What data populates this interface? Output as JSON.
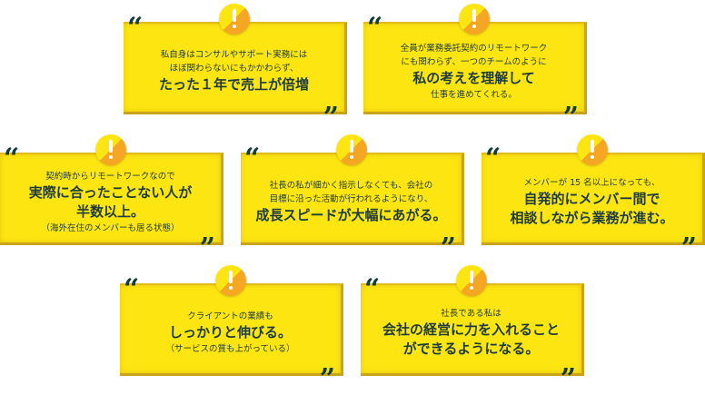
{
  "cards": [
    {
      "small_top": [
        "私自身はコンサルやサポート実務には",
        "ほぼ関わらないにもかかわらず、"
      ],
      "large": [
        "たった１年で売上が倍増"
      ],
      "small_bottom": []
    },
    {
      "small_top": [
        "全員が業務委託契約のリモートワーク",
        "にも関わらず、一つのチームのように"
      ],
      "large": [
        "私の考えを理解して"
      ],
      "small_bottom": [
        "仕事を進めてくれる。"
      ]
    },
    {
      "small_top": [
        "契約時からリモートワークなので"
      ],
      "large": [
        "実際に合ったことない人が",
        "半数以上。"
      ],
      "small_bottom": [
        "（海外在住のメンバーも居る状態）"
      ]
    },
    {
      "small_top": [
        "社長の私が細かく指示しなくても、会社の",
        "目標に沿った活動が行われるようになり、"
      ],
      "large": [
        "成長スピードが大幅にあがる。"
      ],
      "small_bottom": []
    },
    {
      "small_top": [
        "メンバーが 15 名以上になっても、"
      ],
      "large": [
        "自発的にメンバー間で",
        "相談しながら業務が進む。"
      ],
      "small_bottom": []
    },
    {
      "small_top": [
        "クライアントの業績も"
      ],
      "large": [
        "しっかりと伸びる。"
      ],
      "small_bottom": [
        "（サービスの質も上がっている）"
      ]
    },
    {
      "small_top": [
        "社長である私は"
      ],
      "large": [
        "会社の経営に力を入れること",
        "ができるようになる。"
      ],
      "small_bottom": []
    }
  ],
  "quote_open": "“",
  "quote_close": "”",
  "icons": {
    "badge": "exclamation-icon"
  },
  "colors": {
    "card": "#fde512",
    "text": "#1d3b3a",
    "accent": "#f5a623"
  }
}
